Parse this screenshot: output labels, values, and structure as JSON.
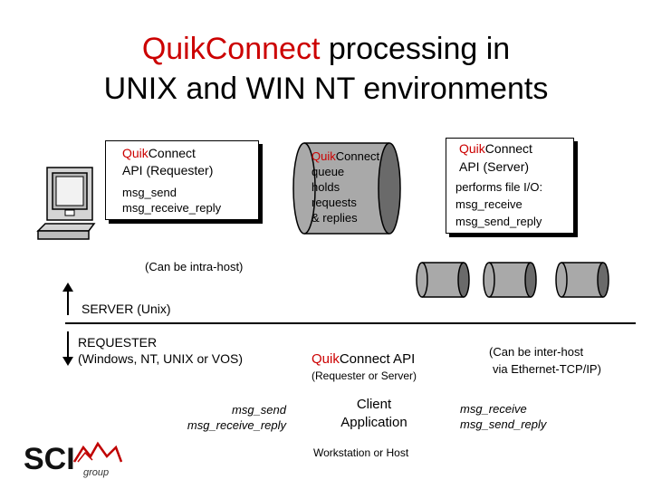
{
  "title": {
    "line1_red": "Quik",
    "line1_red2": "Connect",
    "line1_rest": " processing in",
    "line2": "UNIX and WIN NT environments"
  },
  "requester_box": {
    "brand_a": "Quik",
    "brand_b": "Connect",
    "role": "API (Requester)",
    "call1": "msg_send",
    "call2": "msg_receive_reply"
  },
  "queue": {
    "brand_a": "Quik",
    "brand_b": "Connect",
    "line1": "queue",
    "line2": "holds",
    "line3": "requests",
    "line4": "& replies"
  },
  "server_box": {
    "brand_a": "Quik",
    "brand_b": "Connect",
    "role": "API (Server)",
    "line1": "performs file I/O:",
    "line2": "msg_receive",
    "line3": "msg_send_reply"
  },
  "intra_host_note": "(Can be intra-host)",
  "server_label": "SERVER (Unix)",
  "requester_label": {
    "line1": "REQUESTER",
    "line2": "(Windows, NT, UNIX or VOS)"
  },
  "left_calls": {
    "line1": "msg_send",
    "line2": "msg_receive_reply"
  },
  "center_api": {
    "brand_a": "Quik",
    "brand_b": "Connect",
    "rest": " API",
    "sub": "(Requester or Server)"
  },
  "client_app": {
    "line1": "Client",
    "line2": "Application"
  },
  "workstation": "Workstation or Host",
  "inter_host_note": {
    "line1": "(Can be inter-host",
    "line2": "via Ethernet-TCP/IP)"
  },
  "right_calls": {
    "line1": "msg_receive",
    "line2": "msg_send_reply"
  },
  "logo": {
    "main": "SCI",
    "sub": "group"
  },
  "colors": {
    "brand_red": "#cc0000",
    "cylinder_gray": "#a9a9a9"
  }
}
